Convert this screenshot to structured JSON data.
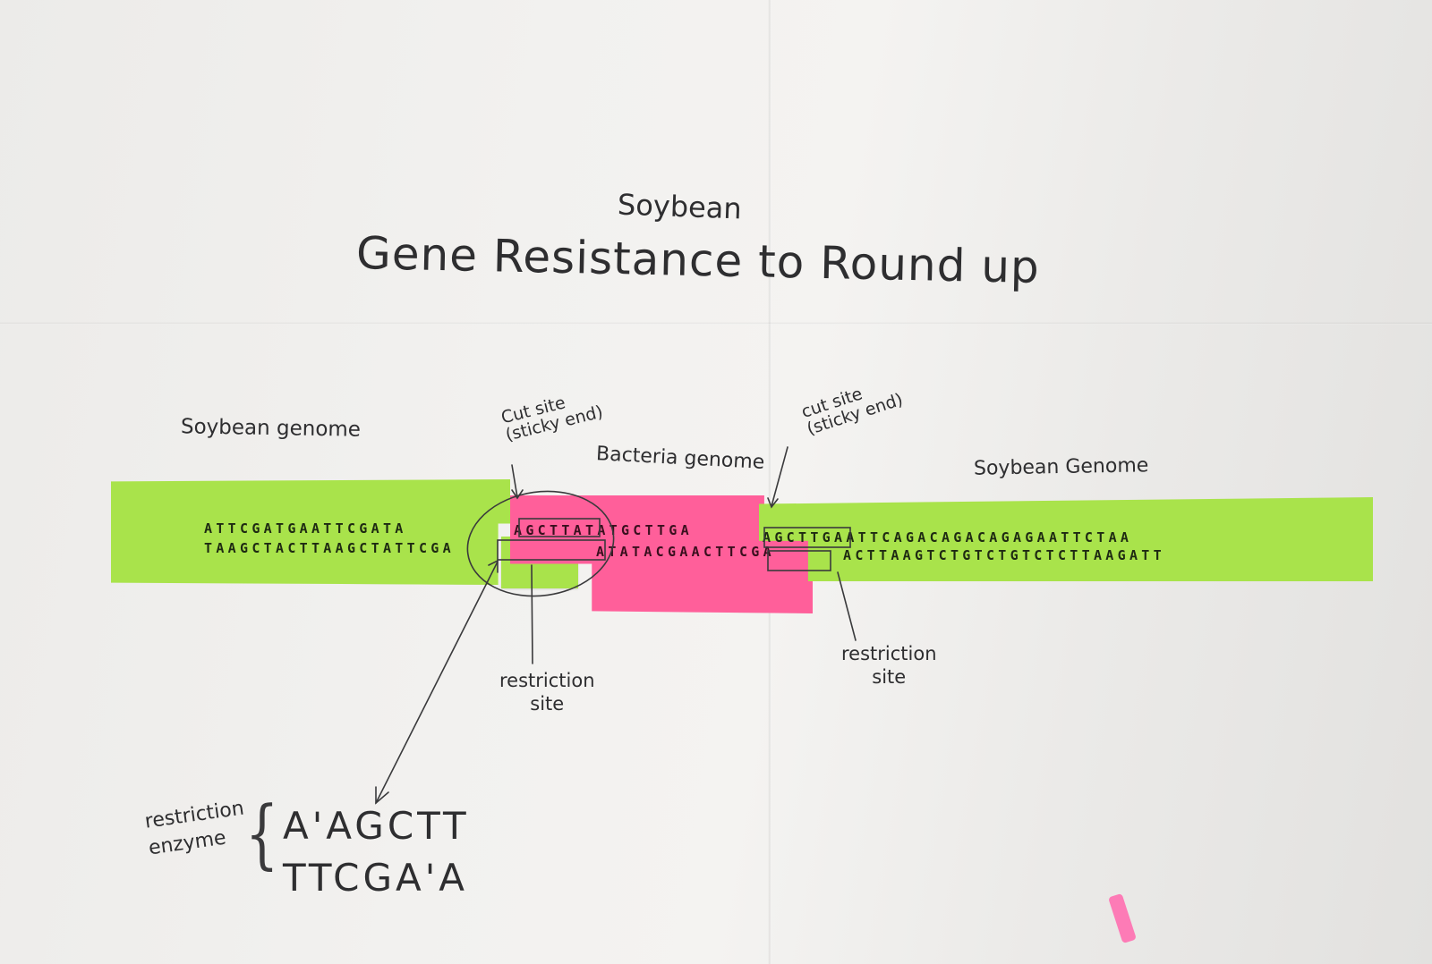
{
  "title": {
    "subtitle": "Soybean",
    "main": "Gene Resistance to Round up"
  },
  "labels": {
    "soybean_left": "Soybean genome",
    "bacteria": "Bacteria genome",
    "soybean_right": "Soybean Genome",
    "cut_site_left": [
      "Cut site",
      "(sticky end)"
    ],
    "cut_site_right": [
      "cut site",
      "(sticky end)"
    ],
    "restriction_site_left": [
      "restriction",
      "site"
    ],
    "restriction_site_right": [
      "restriction",
      "site"
    ]
  },
  "enzyme": {
    "label": [
      "restriction",
      "enzyme"
    ],
    "brace": "{",
    "top": "A'AGCTT",
    "bottom": "TTCGA'A"
  },
  "strands": {
    "left_top": "ATTCGATGAATTCGATA",
    "left_bottom": "TAAGCTACTTAAGCTATTCGA",
    "middle_top": "AGCTTATATGCTTGA",
    "middle_bottom": "ATATACGAACTTCGA",
    "right_top": "AGCTTGAATTCAGACAGACAGAGAATTCTAA",
    "right_bottom": "ACTTAAGTCTGTCTGTCTCTTAAGATT"
  },
  "colors": {
    "paper": "#f2f1ef",
    "soybean_strip": "#a9e34b",
    "bacteria_strip": "#ff5f9a",
    "ink": "#2e2e30"
  }
}
